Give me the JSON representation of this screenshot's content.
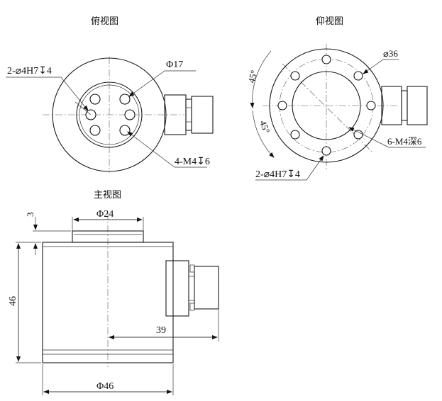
{
  "top_view": {
    "title": "俯视图",
    "label_pin_holes": "2-⌀4H7↧4",
    "label_inner_dia": "Φ17",
    "label_threads": "4-M4↧6"
  },
  "bottom_view": {
    "title": "仰视图",
    "label_outer_dia": "⌀36",
    "label_angle_upper": "45°",
    "label_angle_lower": "45°",
    "label_threads": "6-M4深6",
    "label_pin_holes": "2-⌀4H7↧4"
  },
  "front_view": {
    "title": "主视图",
    "label_boss_height": "3",
    "label_boss_dia": "Φ24",
    "label_body_height": "46",
    "label_connector_offset": "39",
    "label_body_dia": "Φ46"
  }
}
